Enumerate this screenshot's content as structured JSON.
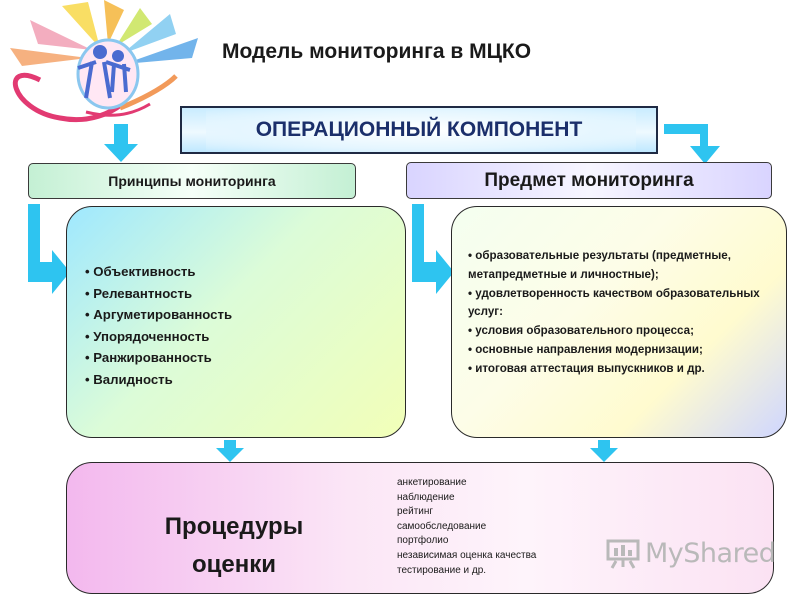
{
  "title": "Модель мониторинга в МЦКО",
  "operational_component": "ОПЕРАЦИОННЫЙ КОМПОНЕНТ",
  "principles": {
    "heading": "Принципы мониторинга",
    "items": [
      "Объективность",
      "Релевантность",
      "Аргуметированность",
      "Упорядоченность",
      "Ранжированность",
      "Валидность"
    ]
  },
  "subject": {
    "heading": "Предмет мониторинга",
    "items": [
      "образовательные результаты (предметные, метапредметные и личностные);",
      "удовлетворенность качеством образовательных услуг:",
      "условия образовательного процесса;",
      "основные направления модернизации;",
      "итоговая аттестация выпускников и др."
    ]
  },
  "procedures": {
    "heading_line1": "Процедуры",
    "heading_line2": "оценки",
    "methods": [
      "анкетирование",
      "наблюдение",
      "рейтинг",
      "самообследование",
      "портфолио",
      "независимая оценка качества",
      "тестирование  и др."
    ]
  },
  "watermark": "MyShared",
  "colors": {
    "arrow": "#2ec4f0",
    "title_text": "#1b2f6b"
  },
  "icons": {
    "logo": "sun-people-heart-logo",
    "arrow": "cyan-down-arrow",
    "watermark_icon": "presentation-board-icon"
  }
}
